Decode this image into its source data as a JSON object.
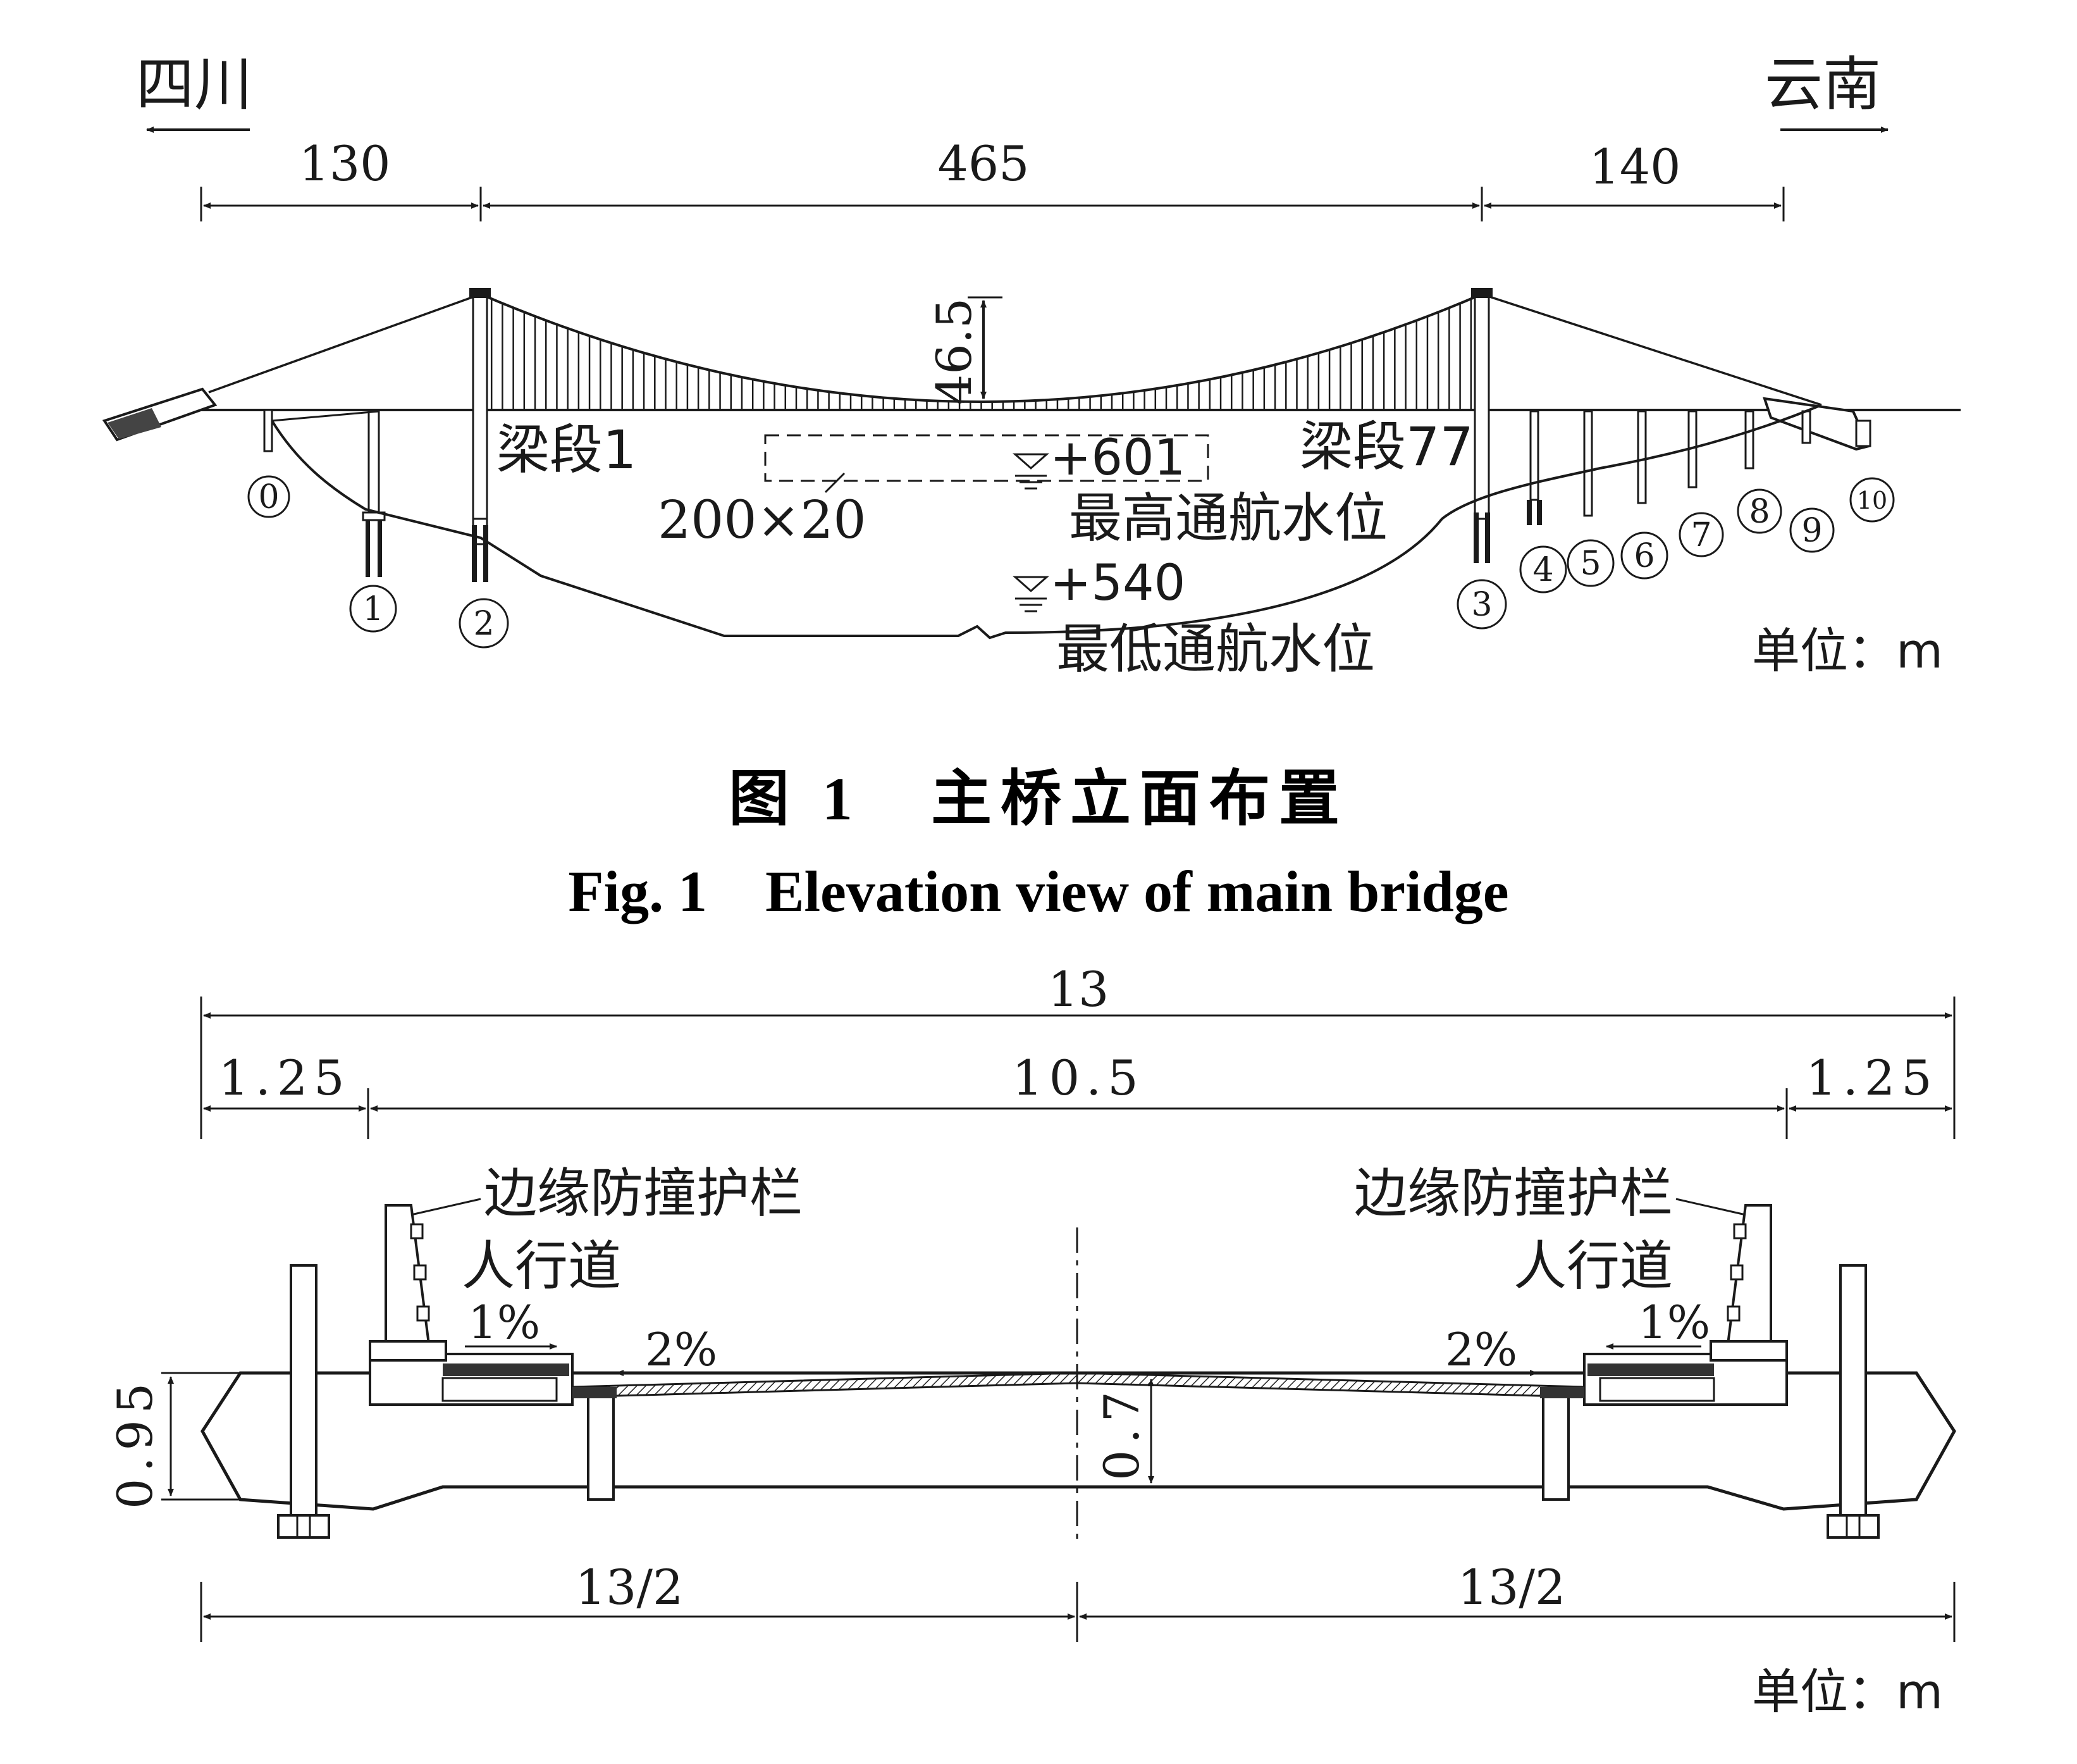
{
  "fig1": {
    "dir_left": "四川",
    "dir_right": "云南",
    "span_left": "130",
    "span_main": "465",
    "span_right": "140",
    "sag": "46.5",
    "segment_first": "梁段1",
    "segment_last": "梁段77",
    "clearance": "200×20",
    "high_level": "+601",
    "high_level_label": "最高通航水位",
    "low_level": "+540",
    "low_level_label": "最低通航水位",
    "unit": "单位：m",
    "piers": [
      "0",
      "1",
      "2",
      "3",
      "4",
      "5",
      "6",
      "7",
      "8",
      "9",
      "10"
    ],
    "caption_cn": "图 1　主桥立面布置",
    "caption_en": "Fig. 1　Elevation view of main bridge"
  },
  "fig2": {
    "total_width": "13",
    "side_left": "1.25",
    "middle": "10.5",
    "side_right": "1.25",
    "guardrail_left": "边缘防撞护栏",
    "sidewalk_left": "人行道",
    "guardrail_right": "边缘防撞护栏",
    "sidewalk_right": "人行道",
    "slope_side_left": "1%",
    "slope_deck_left": "2%",
    "slope_deck_right": "2%",
    "slope_side_right": "1%",
    "beam_height": "0.95",
    "center_depth": "0.7",
    "half_left": "13/2",
    "half_right": "13/2",
    "unit": "单位：m"
  }
}
